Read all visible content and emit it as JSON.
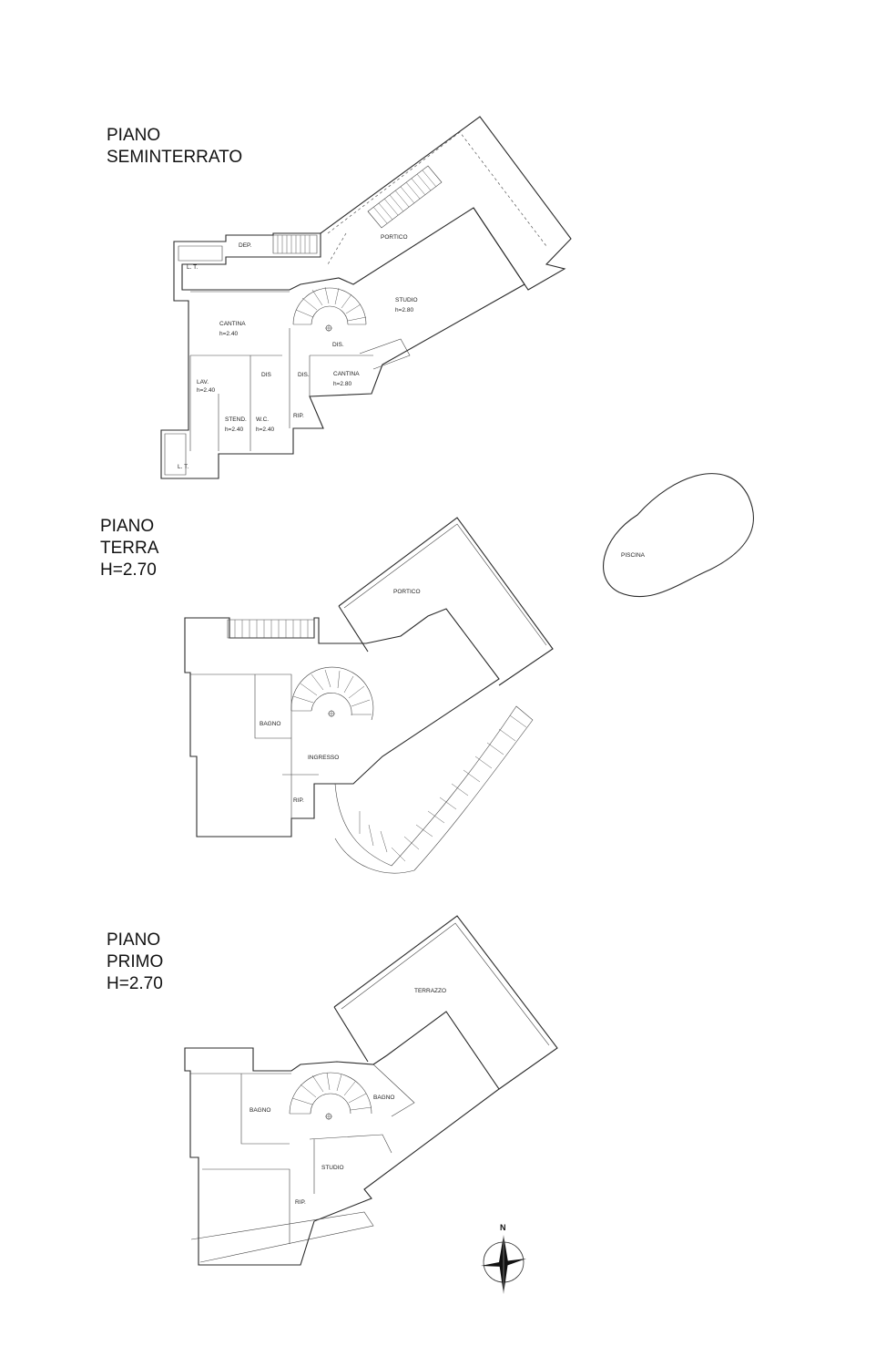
{
  "floors": [
    {
      "title_lines": [
        "PIANO",
        "SEMINTERRATO"
      ]
    },
    {
      "title_lines": [
        "PIANO",
        "TERRA",
        "H=2.70"
      ]
    },
    {
      "title_lines": [
        "PIANO",
        "PRIMO",
        "H=2.70"
      ]
    }
  ],
  "rooms": {
    "b_portico": "PORTICO",
    "b_dep": "DEP.",
    "b_lt1": "L. T.",
    "b_studio": "STUDIO",
    "b_studio_h": "h=2.80",
    "b_cantina1": "CANTINA",
    "b_cantina1_h": "h=2.40",
    "b_dis1": "DIS.",
    "b_dis2": "DIS.",
    "b_dis3": "DIS",
    "b_cantina2": "CANTINA",
    "b_cantina2_h": "h=2.80",
    "b_lav": "LAV.",
    "b_lav_h": "h=2.40",
    "b_stend": "STEND.",
    "b_stend_h": "h=2.40",
    "b_wc": "W.C.",
    "b_wc_h": "h=2.40",
    "b_rip": "RIP.",
    "b_lt2": "L. T.",
    "g_portico": "PORTICO",
    "g_piscina": "PISCINA",
    "g_bagno": "BAGNO",
    "g_ingresso": "INGRESSO",
    "g_rip": "RIP.",
    "f_terrazzo": "TERRAZZO",
    "f_bagno1": "BAGNO",
    "f_bagno2": "BAGNO",
    "f_studio": "STUDIO",
    "f_rip": "RIP."
  },
  "compass": {
    "north_label": "N"
  }
}
